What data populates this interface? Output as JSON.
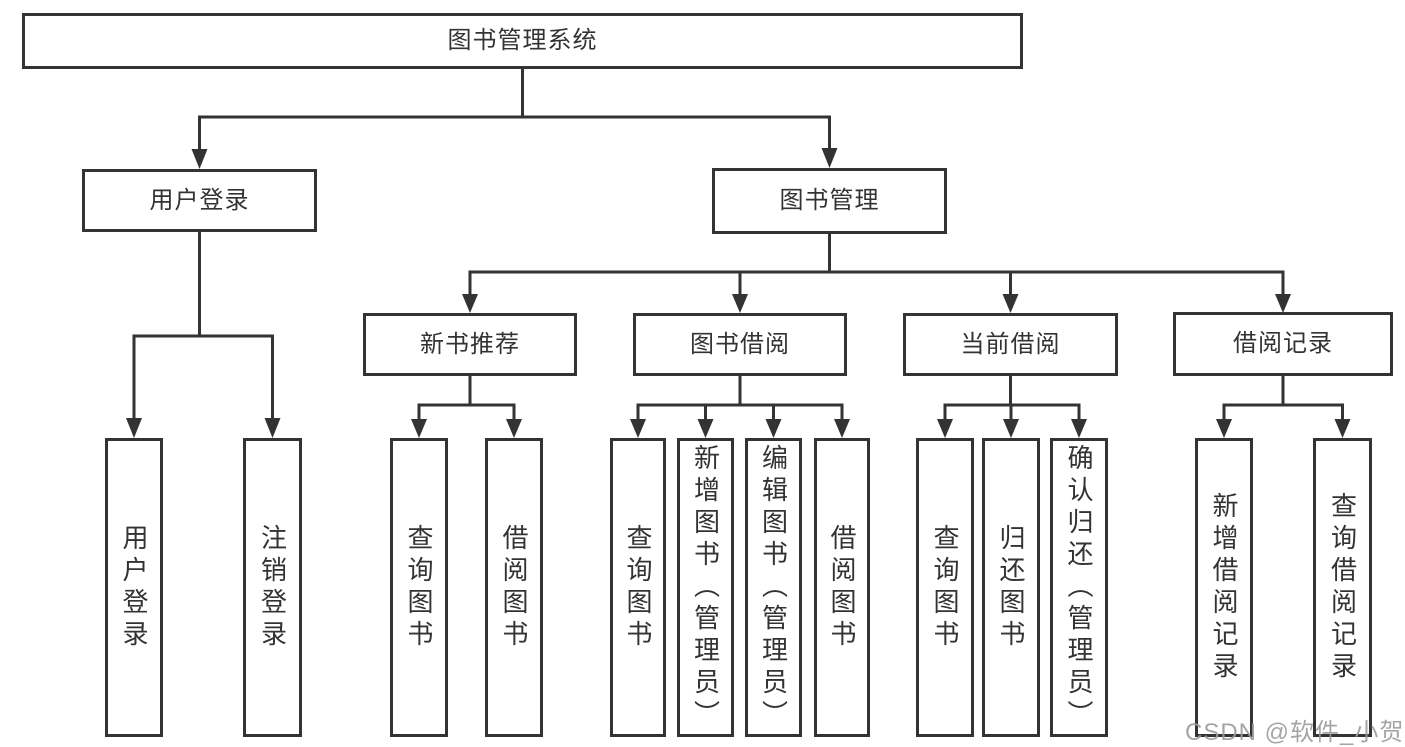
{
  "nodes": {
    "root": "图书管理系统",
    "user_login": "用户登录",
    "book_mgmt": "图书管理",
    "new_book_rec": "新书推荐",
    "book_borrow": "图书借阅",
    "current_borrow": "当前借阅",
    "borrow_records": "借阅记录",
    "leaf_user_login": "用户登录",
    "leaf_logout": "注销登录",
    "leaf_query_book_new": "查询图书",
    "leaf_borrow_book_new": "借阅图书",
    "leaf_query_book_borrow": "查询图书",
    "leaf_add_book_admin": "新增图书（管理员）",
    "leaf_edit_book_admin": "编辑图书（管理员）",
    "leaf_borrow_book": "借阅图书",
    "leaf_query_book_current": "查询图书",
    "leaf_return_book": "归还图书",
    "leaf_confirm_return_admin": "确认归还（管理员）",
    "leaf_add_borrow_record": "新增借阅记录",
    "leaf_query_borrow_record": "查询借阅记录"
  },
  "hierarchy": {
    "root": [
      "user_login",
      "book_mgmt"
    ],
    "user_login": [
      "leaf_user_login",
      "leaf_logout"
    ],
    "book_mgmt": [
      "new_book_rec",
      "book_borrow",
      "current_borrow",
      "borrow_records"
    ],
    "new_book_rec": [
      "leaf_query_book_new",
      "leaf_borrow_book_new"
    ],
    "book_borrow": [
      "leaf_query_book_borrow",
      "leaf_add_book_admin",
      "leaf_edit_book_admin",
      "leaf_borrow_book"
    ],
    "current_borrow": [
      "leaf_query_book_current",
      "leaf_return_book",
      "leaf_confirm_return_admin"
    ],
    "borrow_records": [
      "leaf_add_borrow_record",
      "leaf_query_borrow_record"
    ]
  },
  "watermark": "CSDN @软件_小贺同学",
  "colors": {
    "line": "#333333",
    "text": "#333333",
    "box_background": "#ffffff",
    "watermark": "#9b9b9b",
    "background": "#ffffff"
  }
}
